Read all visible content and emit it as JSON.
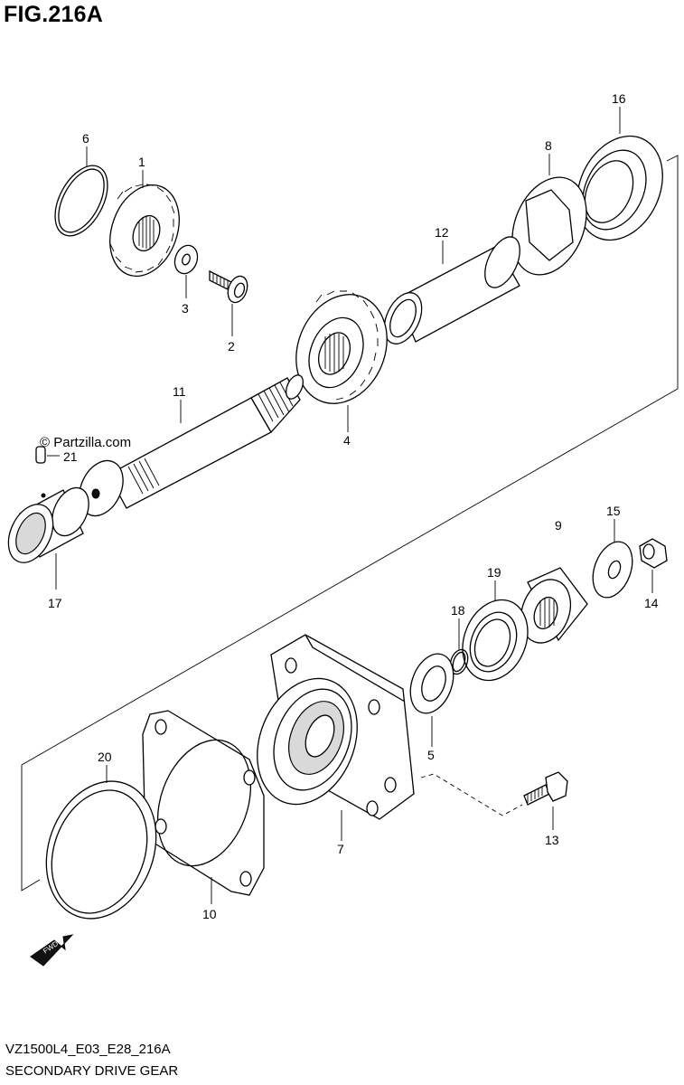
{
  "figure": {
    "title": "FIG.216A",
    "code": "VZ1500L4_E03_E28_216A",
    "caption": "SECONDARY DRIVE GEAR",
    "copyright": "© Partzilla.com",
    "fwd_label": "FWD"
  },
  "callouts": [
    {
      "id": "p1",
      "label": "1"
    },
    {
      "id": "p2",
      "label": "2"
    },
    {
      "id": "p3",
      "label": "3"
    },
    {
      "id": "p4",
      "label": "4"
    },
    {
      "id": "p5",
      "label": "5"
    },
    {
      "id": "p6",
      "label": "6"
    },
    {
      "id": "p7",
      "label": "7"
    },
    {
      "id": "p8",
      "label": "8"
    },
    {
      "id": "p9",
      "label": "9"
    },
    {
      "id": "p10",
      "label": "10"
    },
    {
      "id": "p11",
      "label": "11"
    },
    {
      "id": "p12",
      "label": "12"
    },
    {
      "id": "p13",
      "label": "13"
    },
    {
      "id": "p14",
      "label": "14"
    },
    {
      "id": "p15",
      "label": "15"
    },
    {
      "id": "p16",
      "label": "16"
    },
    {
      "id": "p17",
      "label": "17"
    },
    {
      "id": "p18",
      "label": "18"
    },
    {
      "id": "p19",
      "label": "19"
    },
    {
      "id": "p20",
      "label": "20"
    },
    {
      "id": "p21",
      "label": "21"
    }
  ]
}
